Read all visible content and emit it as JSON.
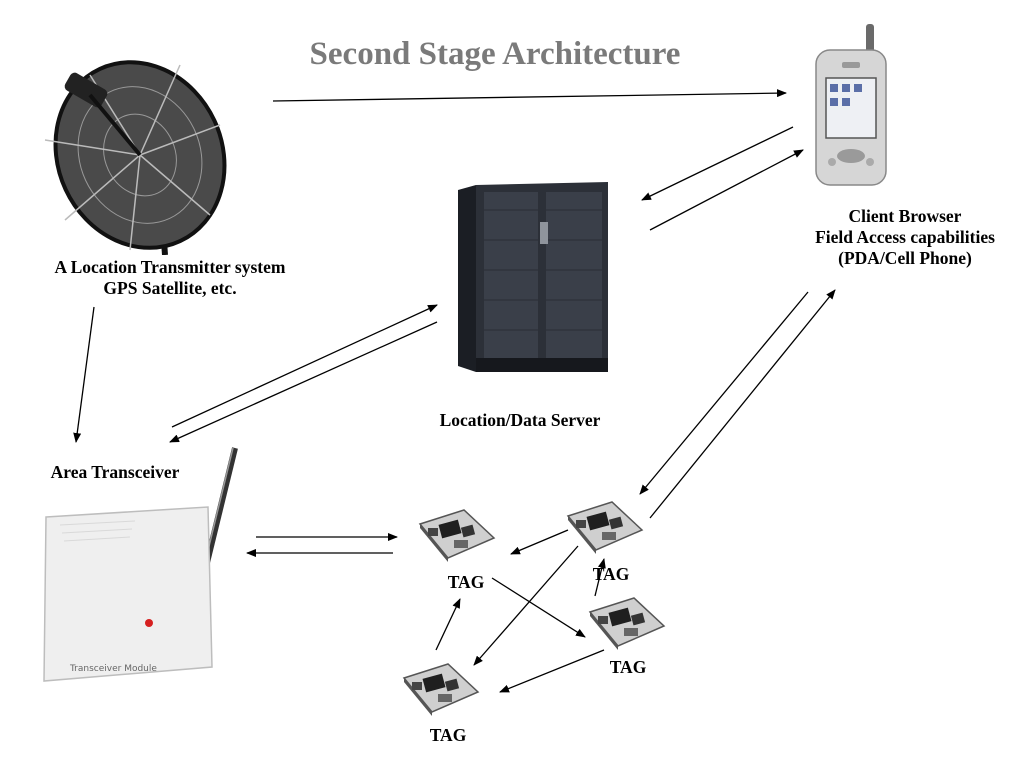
{
  "title": "Second Stage Architecture",
  "labels": {
    "transmitter": [
      "A Location Transmitter system",
      "GPS Satellite, etc."
    ],
    "client": [
      "Client Browser",
      "Field Access capabilities",
      "(PDA/Cell Phone)"
    ],
    "server": "Location/Data Server",
    "transceiver": "Area Transceiver",
    "transceiver_module_text": "Transceiver Module",
    "tags": [
      "TAG",
      "TAG",
      "TAG",
      "TAG"
    ]
  },
  "icons": {
    "transmitter": "satellite-dish-icon",
    "client": "pda-phone-icon",
    "server": "server-cabinet-icon",
    "transceiver": "transceiver-module-icon",
    "tag": "circuit-board-tag-icon"
  }
}
